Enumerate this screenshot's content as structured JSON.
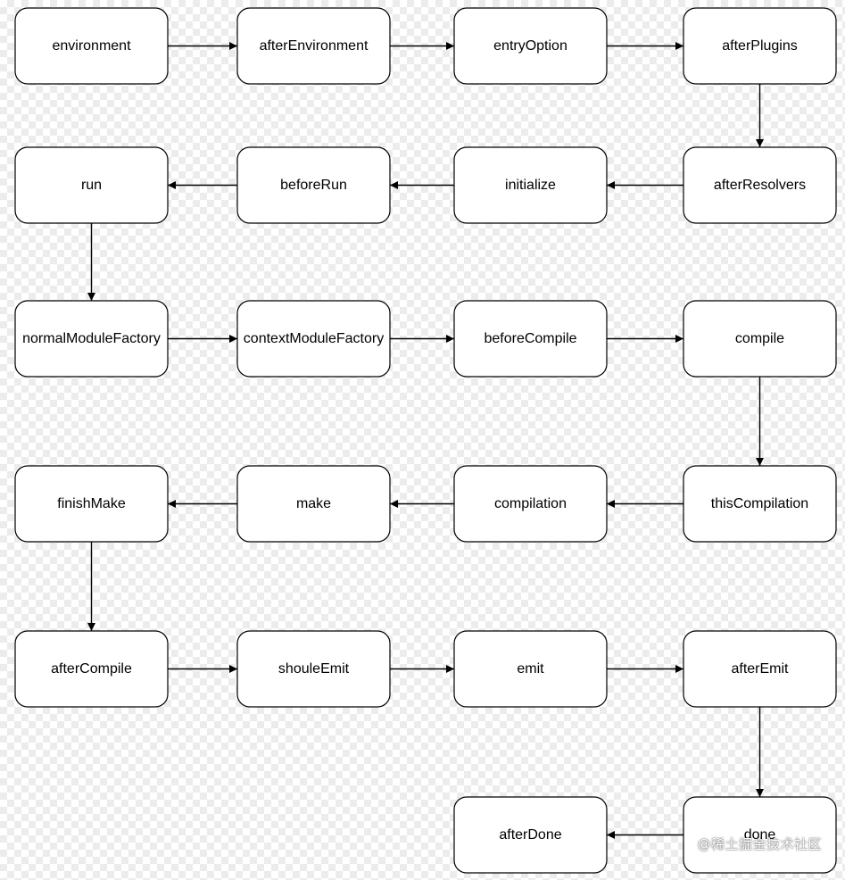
{
  "nodes": [
    {
      "id": "environment",
      "label": "environment"
    },
    {
      "id": "afterEnvironment",
      "label": "afterEnvironment"
    },
    {
      "id": "entryOption",
      "label": "entryOption"
    },
    {
      "id": "afterPlugins",
      "label": "afterPlugins"
    },
    {
      "id": "afterResolvers",
      "label": "afterResolvers"
    },
    {
      "id": "initialize",
      "label": "initialize"
    },
    {
      "id": "beforeRun",
      "label": "beforeRun"
    },
    {
      "id": "run",
      "label": "run"
    },
    {
      "id": "normalModuleFactory",
      "label": "normalModuleFactory"
    },
    {
      "id": "contextModuleFactory",
      "label": "contextModuleFactory"
    },
    {
      "id": "beforeCompile",
      "label": "beforeCompile"
    },
    {
      "id": "compile",
      "label": "compile"
    },
    {
      "id": "thisCompilation",
      "label": "thisCompilation"
    },
    {
      "id": "compilation",
      "label": "compilation"
    },
    {
      "id": "make",
      "label": "make"
    },
    {
      "id": "finishMake",
      "label": "finishMake"
    },
    {
      "id": "afterCompile",
      "label": "afterCompile"
    },
    {
      "id": "shouleEmit",
      "label": "shouleEmit"
    },
    {
      "id": "emit",
      "label": "emit"
    },
    {
      "id": "afterEmit",
      "label": "afterEmit"
    },
    {
      "id": "done",
      "label": "done"
    },
    {
      "id": "afterDone",
      "label": "afterDone"
    }
  ],
  "edges": [
    [
      "environment",
      "afterEnvironment"
    ],
    [
      "afterEnvironment",
      "entryOption"
    ],
    [
      "entryOption",
      "afterPlugins"
    ],
    [
      "afterPlugins",
      "afterResolvers"
    ],
    [
      "afterResolvers",
      "initialize"
    ],
    [
      "initialize",
      "beforeRun"
    ],
    [
      "beforeRun",
      "run"
    ],
    [
      "run",
      "normalModuleFactory"
    ],
    [
      "normalModuleFactory",
      "contextModuleFactory"
    ],
    [
      "contextModuleFactory",
      "beforeCompile"
    ],
    [
      "beforeCompile",
      "compile"
    ],
    [
      "compile",
      "thisCompilation"
    ],
    [
      "thisCompilation",
      "compilation"
    ],
    [
      "compilation",
      "make"
    ],
    [
      "make",
      "finishMake"
    ],
    [
      "finishMake",
      "afterCompile"
    ],
    [
      "afterCompile",
      "shouleEmit"
    ],
    [
      "shouleEmit",
      "emit"
    ],
    [
      "emit",
      "afterEmit"
    ],
    [
      "afterEmit",
      "done"
    ],
    [
      "done",
      "afterDone"
    ]
  ],
  "watermark": "@稀土掘金技术社区",
  "colors": {
    "stroke": "#000000",
    "node_fill": "#ffffff"
  }
}
